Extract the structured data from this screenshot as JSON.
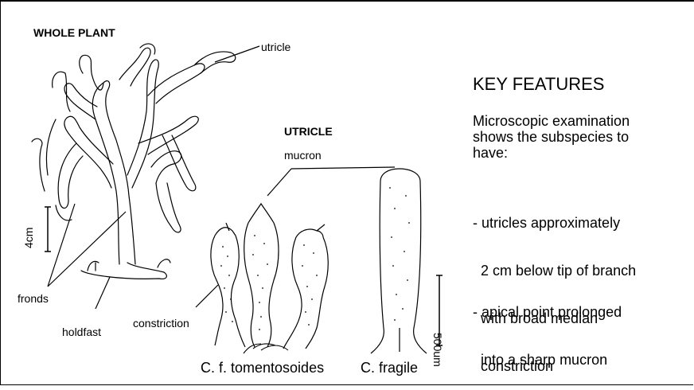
{
  "whole_plant": {
    "heading": "WHOLE PLANT",
    "labels": {
      "utricle": "utricle",
      "fronds": "fronds",
      "holdfast": "holdfast",
      "scale": "4cm"
    }
  },
  "utricle_panel": {
    "heading": "UTRICLE",
    "labels": {
      "mucron": "mucron",
      "constriction": "constriction",
      "scale": "500um",
      "caption_left": "C. f. tomentosoides",
      "caption_right": "C. fragile"
    }
  },
  "key_features": {
    "title": "KEY FEATURES",
    "intro_lines": [
      "Microscopic examination",
      "shows the subspecies to",
      "have:"
    ],
    "point1_lines": [
      "- utricles approximately",
      "  2 cm below tip of branch",
      "  with broad median",
      "  constriction"
    ],
    "point2_lines": [
      "- apical point prolonged",
      "  into a sharp mucron"
    ]
  }
}
